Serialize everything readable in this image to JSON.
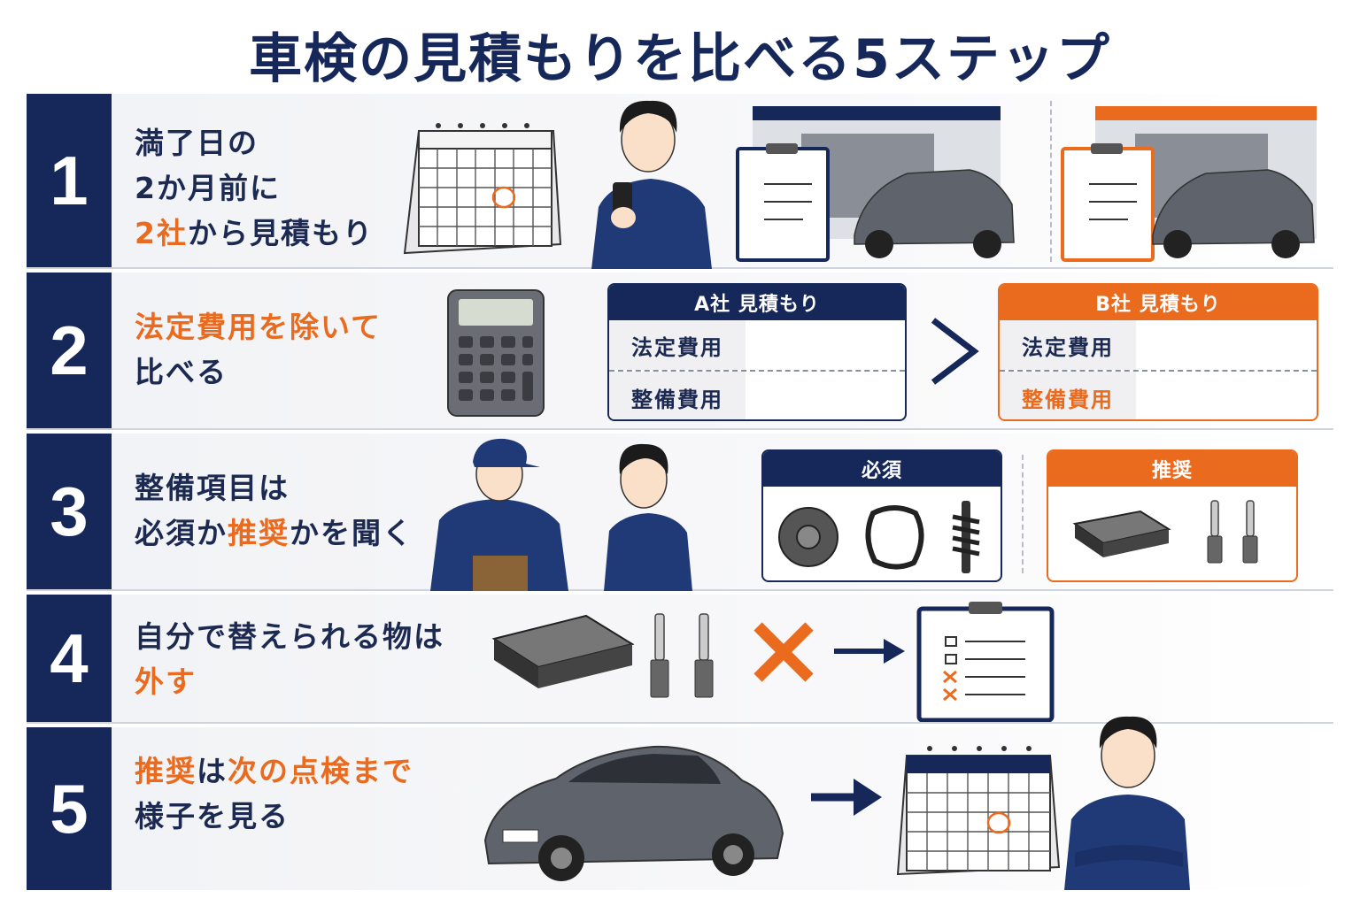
{
  "title": "車検の見積もりを比べる5ステップ",
  "steps": [
    {
      "number": "1",
      "lines": [
        [
          {
            "t": "満了日の",
            "o": false
          }
        ],
        [
          {
            "t": "2か月前に",
            "o": false
          }
        ],
        [
          {
            "t": "2社",
            "o": true
          },
          {
            "t": "から見積もり",
            "o": false
          }
        ]
      ]
    },
    {
      "number": "2",
      "lines": [
        [
          {
            "t": "法定費用を除いて",
            "o": true
          }
        ],
        [
          {
            "t": "比べる",
            "o": false
          }
        ]
      ],
      "card_a": {
        "title": "A社 見積もり",
        "rows": [
          "法定費用",
          "整備費用"
        ]
      },
      "card_b": {
        "title": "B社 見積もり",
        "rows": [
          "法定費用",
          "整備費用"
        ]
      }
    },
    {
      "number": "3",
      "lines": [
        [
          {
            "t": "整備項目は",
            "o": false
          }
        ],
        [
          {
            "t": "必須",
            "o": false
          },
          {
            "t": "か",
            "o": false
          },
          {
            "t": "推奨",
            "o": true
          },
          {
            "t": "かを聞く",
            "o": false
          }
        ]
      ],
      "required_label": "必須",
      "recommended_label": "推奨"
    },
    {
      "number": "4",
      "lines": [
        [
          {
            "t": "自分で替えられる物は",
            "o": false
          }
        ],
        [
          {
            "t": "外す",
            "o": true
          }
        ]
      ]
    },
    {
      "number": "5",
      "lines": [
        [
          {
            "t": "推奨",
            "o": true
          },
          {
            "t": "は",
            "o": false
          },
          {
            "t": "次の点検まで",
            "o": true
          }
        ],
        [
          {
            "t": "様子を見る",
            "o": false
          }
        ]
      ]
    }
  ],
  "colors": {
    "navy": "#16285a",
    "orange": "#ea6a1e",
    "car": "#5f636b"
  }
}
